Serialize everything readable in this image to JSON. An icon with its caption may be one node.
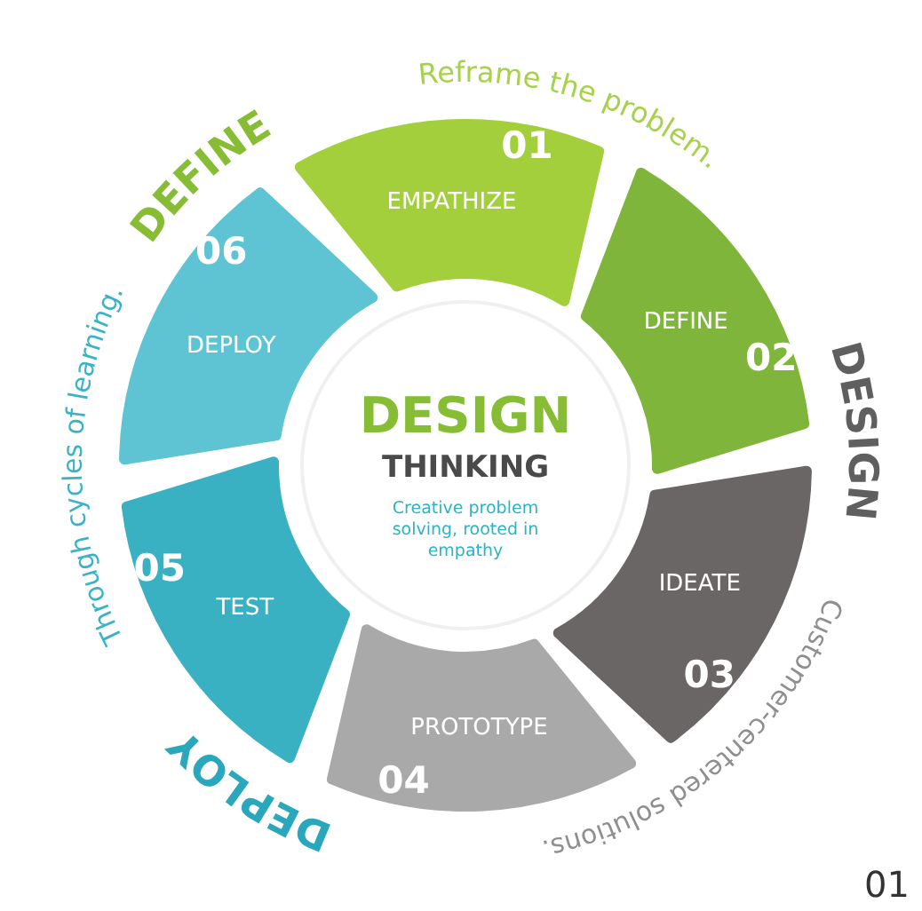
{
  "diagram": {
    "nodes": [
      {
        "text": [
          "DESIGN",
          "THINKING",
          "Creative problem solving, rooted in empathy"
        ]
      },
      {
        "text": [
          "01",
          "EMPATHIZE"
        ]
      },
      {
        "text": [
          "DEFINE",
          "02"
        ]
      },
      {
        "text": [
          "IDEATE",
          "03"
        ]
      },
      {
        "text": [
          "PROTOTYPE",
          "04"
        ]
      },
      {
        "text": [
          "05",
          "TEST"
        ]
      },
      {
        "text": [
          "06",
          "DEPLOY"
        ]
      }
    ],
    "labels": [
      "DEFINE",
      "Reframe the problem.",
      "DESIGN",
      "Customer-centered solutions.",
      "DEPLOY",
      "Through cycles of learning.",
      "01"
    ]
  }
}
